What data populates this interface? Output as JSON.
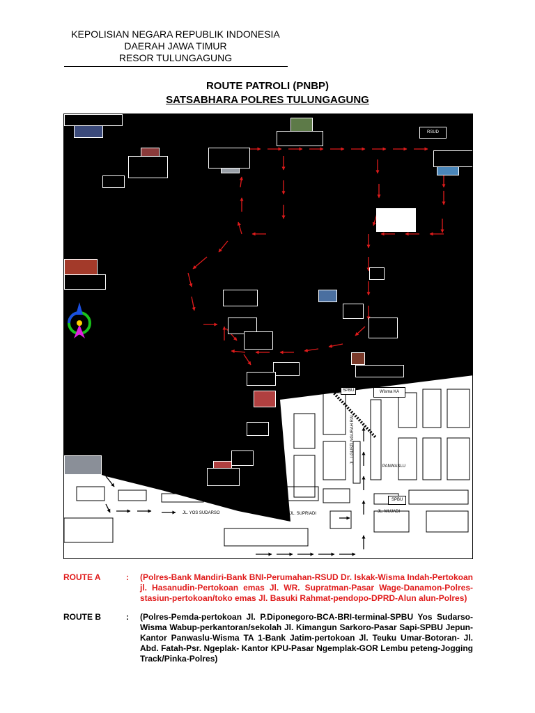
{
  "header": {
    "line1": "KEPOLISIAN NEGARA REPUBLIK INDONESIA",
    "line2": "DAERAH JAWA TIMUR",
    "line3": "RESOR TULUNGAGUNG"
  },
  "title": {
    "line1": "ROUTE PATROLI (PNBP)",
    "line2": "SATSABHARA POLRES TULUNGAGUNG"
  },
  "map": {
    "labels": {
      "rsud": "RSUD",
      "spbu_top": "SPBU",
      "wisma_ka": "Wisma KA",
      "panwaslu": "PANWASLU",
      "spbu_bottom": "SPBU",
      "road_i_gusti": "JL. I GUSTI NGURAH RAI",
      "road_yos_sudarso": "JL. YOS SUDARSO",
      "road_supriadi": "JL. SUPRIADI",
      "road_mujadi": "JL. MUJADI"
    },
    "colors": {
      "route": "#e01b1b",
      "background": "#000000",
      "road": "#ffffff"
    },
    "compass_icon": "compass-icon"
  },
  "routes": [
    {
      "name": "ROUTE A",
      "colon": ":",
      "text": "(Polres-Bank Mandiri-Bank BNI-Perumahan-RSUD Dr. Iskak-Wisma Indah-Pertokoan jl. Hasanudin-Pertokoan emas Jl. WR. Supratman-Pasar Wage-Danamon-Polres-stasiun-pertokoan/toko emas Jl. Basuki Rahmat-pendopo-DPRD-Alun alun-Polres)",
      "color": "#e01b1b"
    },
    {
      "name": "ROUTE B",
      "colon": ":",
      "text": "(Polres-Pemda-pertokoan Jl. P.Diponegoro-BCA-BRI-terminal-SPBU Yos Sudarso-Wisma Wabup-perkantoran/sekolah Jl. Kimangun Sarkoro-Pasar Sapi-SPBU Jepun- Kantor Panwaslu-Wisma TA 1-Bank Jatim-pertokoan Jl. Teuku Umar-Botoran- Jl. Abd. Fatah-Psr. Ngeplak- Kantor KPU-Pasar Ngemplak-GOR Lembu peteng-Jogging Track/Pinka-Polres)",
      "color": "#000000"
    }
  ]
}
